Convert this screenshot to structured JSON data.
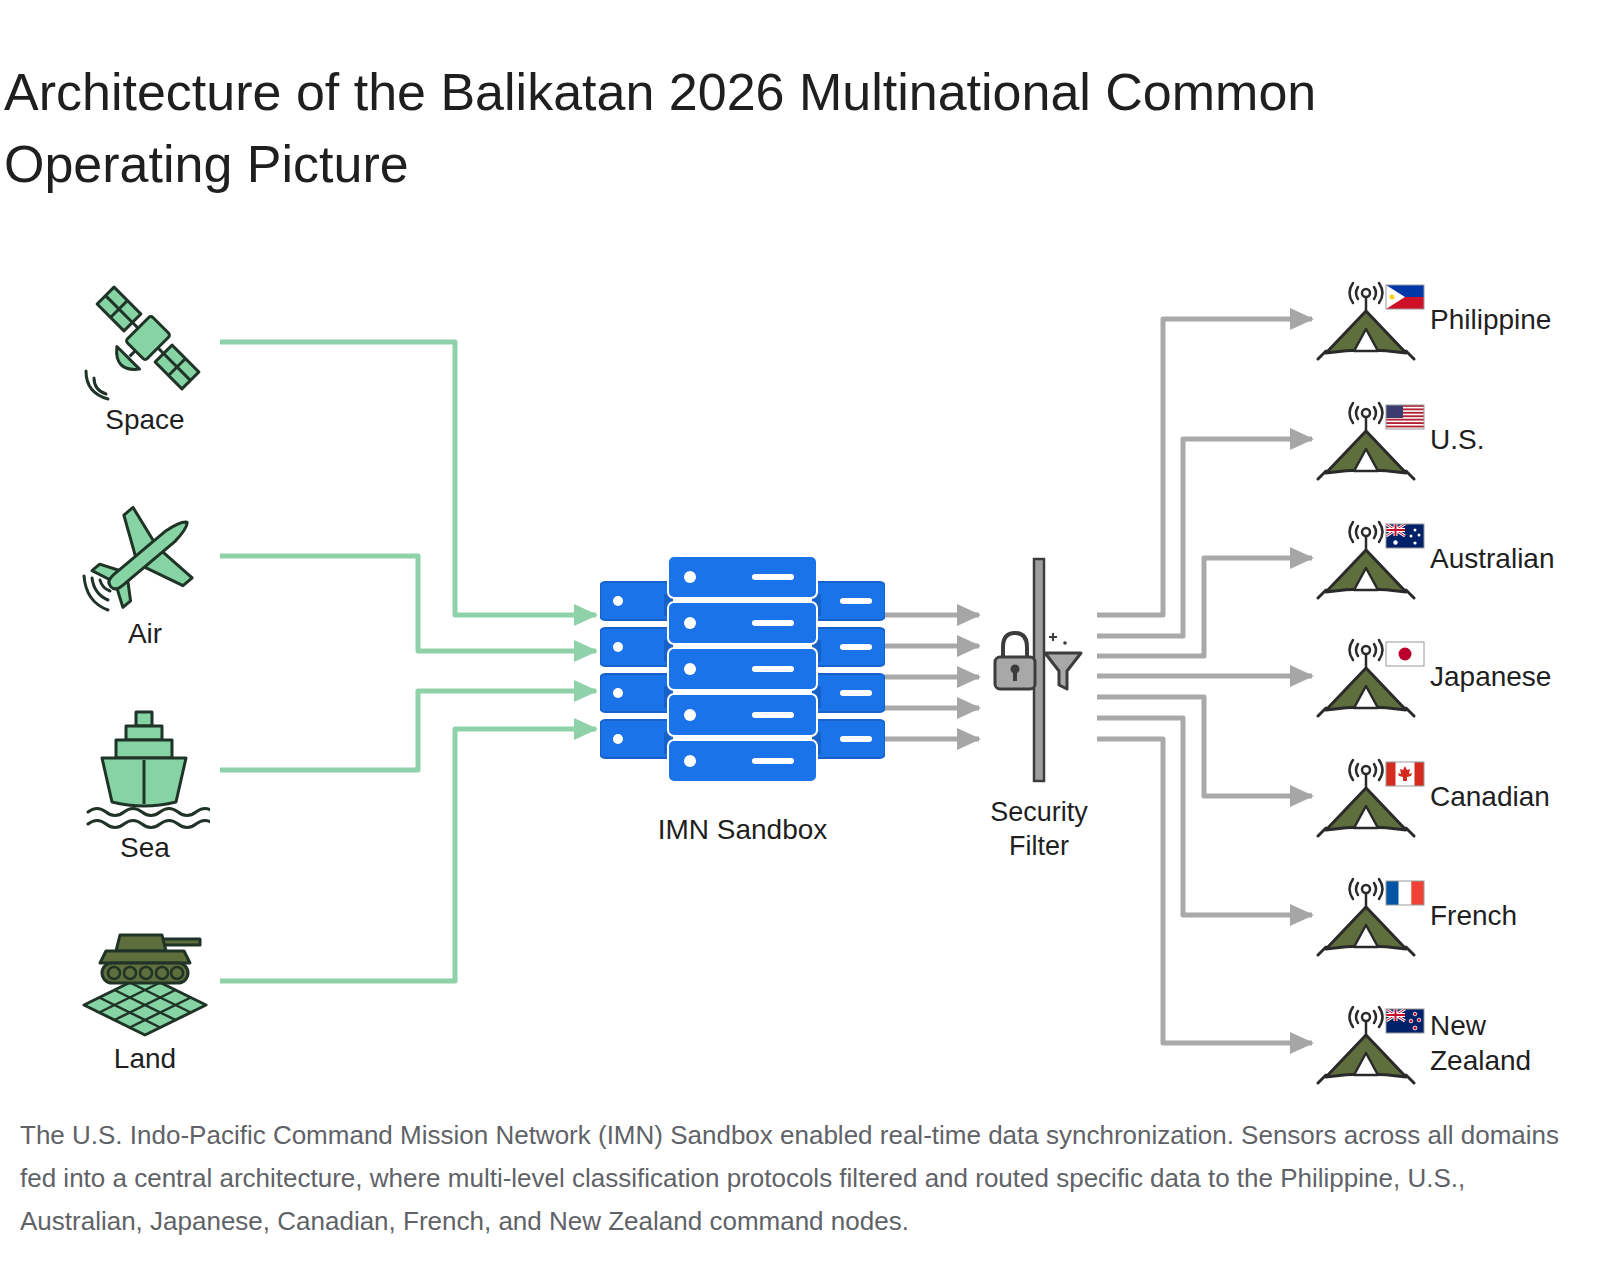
{
  "diagram": {
    "title": "Architecture of the Balikatan 2026 Multinational Common Operating Picture",
    "caption": "The U.S. Indo-Pacific Command Mission Network (IMN) Sandbox enabled real-time data synchronization. Sensors across all domains fed into a central architecture, where multi-level classification protocols filtered and routed specific data to the Philippine, U.S., Australian, Japanese, Canadian, French, and New Zealand command nodes.",
    "nodes": [
      {
        "text": [
          "Space"
        ]
      },
      {
        "text": [
          "Air"
        ]
      },
      {
        "text": [
          "Sea"
        ]
      },
      {
        "text": [
          "Land"
        ]
      },
      {
        "text": [
          "IMN Sandbox"
        ]
      },
      {
        "text": [
          "Security Filter"
        ]
      },
      {
        "text": [
          "Philippine"
        ]
      },
      {
        "text": [
          "U.S."
        ]
      },
      {
        "text": [
          "Australian"
        ]
      },
      {
        "text": [
          "Japanese"
        ]
      },
      {
        "text": [
          "Canadian"
        ]
      },
      {
        "text": [
          "French"
        ]
      },
      {
        "text": [
          "New Zealand"
        ]
      }
    ],
    "edges": [
      {
        "from": 0,
        "to": 4,
        "arrow": "to"
      },
      {
        "from": 1,
        "to": 4,
        "arrow": "to"
      },
      {
        "from": 2,
        "to": 4,
        "arrow": "to"
      },
      {
        "from": 3,
        "to": 4,
        "arrow": "to"
      },
      {
        "from": 4,
        "to": 5,
        "arrow": "to"
      },
      {
        "from": 4,
        "to": 5,
        "arrow": "to"
      },
      {
        "from": 4,
        "to": 5,
        "arrow": "to"
      },
      {
        "from": 4,
        "to": 5,
        "arrow": "to"
      },
      {
        "from": 4,
        "to": 5,
        "arrow": "to"
      },
      {
        "from": 5,
        "to": 6,
        "arrow": "to"
      },
      {
        "from": 5,
        "to": 7,
        "arrow": "to"
      },
      {
        "from": 5,
        "to": 8,
        "arrow": "to"
      },
      {
        "from": 5,
        "to": 9,
        "arrow": "to"
      },
      {
        "from": 5,
        "to": 10,
        "arrow": "to"
      },
      {
        "from": 5,
        "to": 11,
        "arrow": "to"
      },
      {
        "from": 5,
        "to": 12,
        "arrow": "to"
      }
    ]
  }
}
